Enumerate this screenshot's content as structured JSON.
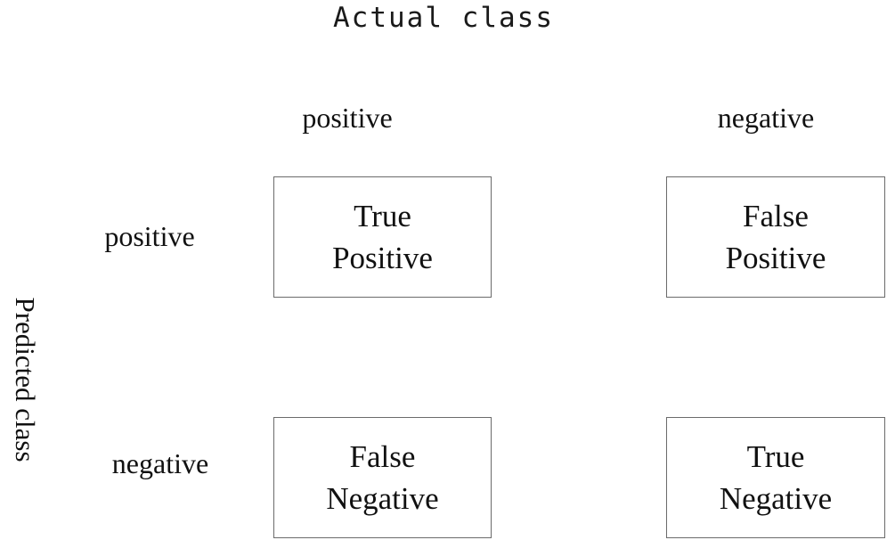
{
  "diagram": {
    "title_top": "Actual class",
    "title_left": "Predicted class",
    "column_headers": [
      {
        "key": "positive",
        "label": "positive"
      },
      {
        "key": "negative",
        "label": "negative"
      }
    ],
    "row_headers": [
      {
        "key": "positive",
        "label": "positive"
      },
      {
        "key": "negative",
        "label": "negative"
      }
    ],
    "cells": [
      {
        "key": "true-positive",
        "row": "positive",
        "column": "positive",
        "line1": "True",
        "line2": "Positive"
      },
      {
        "key": "false-positive",
        "row": "positive",
        "column": "negative",
        "line1": "False",
        "line2": "Positive"
      },
      {
        "key": "false-negative",
        "row": "negative",
        "column": "positive",
        "line1": "False",
        "line2": "Negative"
      },
      {
        "key": "true-negative",
        "row": "negative",
        "column": "negative",
        "line1": "True",
        "line2": "Negative"
      }
    ],
    "colors": {
      "background": "#ffffff",
      "text": "#111111",
      "cell_border": "#6b6b6b"
    }
  }
}
